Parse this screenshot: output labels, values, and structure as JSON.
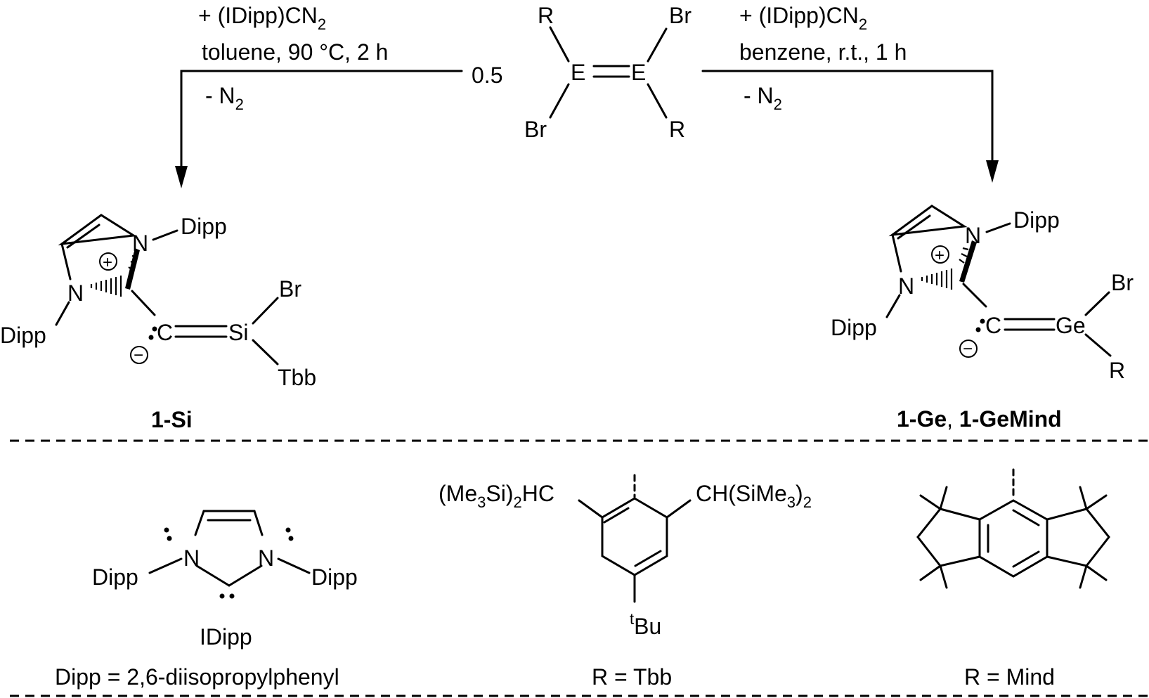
{
  "reaction": {
    "left_conditions": {
      "reagent": "+ (IDipp)CN",
      "reagent_sub": "2",
      "solvent_temp_time": "toluene, 90 °C, 2 h",
      "byproduct": "- N",
      "byproduct_sub": "2"
    },
    "right_conditions": {
      "reagent": "+ (IDipp)CN",
      "reagent_sub": "2",
      "solvent_temp_time": "benzene, r.t., 1 h",
      "byproduct": "- N",
      "byproduct_sub": "2"
    },
    "stoichiometry": "0.5",
    "starting_material": {
      "atom_e1": "E",
      "atom_e2": "E",
      "r_top": "R",
      "br_top": "Br",
      "br_bottom": "Br",
      "r_bottom": "R"
    }
  },
  "product_si": {
    "n_top": "N",
    "n_left": "N",
    "dipp_top": "Dipp",
    "dipp_left": "Dipp",
    "plus": "+",
    "minus": "−",
    "carbon": "C",
    "element": "Si",
    "br": "Br",
    "substituent": "Tbb",
    "compound_label": "1-Si"
  },
  "product_ge": {
    "n_top": "N",
    "n_left": "N",
    "dipp_top": "Dipp",
    "dipp_left": "Dipp",
    "plus": "+",
    "minus": "−",
    "carbon": "C",
    "element": "Ge",
    "br": "Br",
    "substituent": "R",
    "compound_label_1": "1-Ge",
    "compound_label_sep": ", ",
    "compound_label_2": "1-GeMind"
  },
  "legend": {
    "idipp": {
      "n_left": "N",
      "n_right": "N",
      "dipp_left": "Dipp",
      "dipp_right": "Dipp",
      "name": "IDipp",
      "definition": "Dipp = 2,6-diisopropylphenyl"
    },
    "tbb": {
      "left_group": [
        "(Me",
        "3",
        "Si)",
        "2",
        "HC"
      ],
      "right_group": [
        "CH(SiMe",
        "3",
        ")",
        "2"
      ],
      "tbu_sup": "t",
      "tbu": "Bu",
      "caption": "R = Tbb"
    },
    "mind": {
      "caption": "R = Mind"
    }
  }
}
